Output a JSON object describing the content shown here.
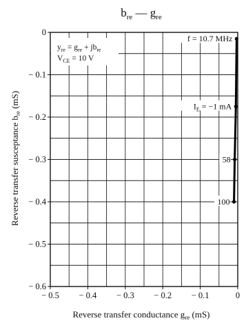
{
  "chart_data": {
    "type": "line",
    "title": {
      "main": "b",
      "main_sub": "re",
      "sep": " — ",
      "second": "g",
      "second_sub": "re"
    },
    "xlabel": {
      "text": "Reverse transfer conductance  g",
      "sub": "re",
      "unit": "  (mS)"
    },
    "ylabel": {
      "text": "Reverse transfer susceptance  b",
      "sub": "re",
      "unit": "  (mS)"
    },
    "xlim": [
      -0.5,
      0
    ],
    "ylim": [
      -0.6,
      0
    ],
    "xticks": [
      -0.5,
      -0.4,
      -0.3,
      -0.2,
      -0.1,
      0
    ],
    "xtick_labels": [
      "− 0.5",
      "− 0.4",
      "− 0.3",
      "− 0.2",
      "− 0.1",
      "0"
    ],
    "yticks": [
      0,
      -0.1,
      -0.2,
      -0.3,
      -0.4,
      -0.5,
      -0.6
    ],
    "ytick_labels": [
      "0",
      "− 0.1",
      "− 0.2",
      "− 0.3",
      "− 0.4",
      "− 0.5",
      "− 0.6"
    ],
    "grid": true,
    "series": [
      {
        "x": [
          -0.003,
          -0.005,
          -0.008,
          -0.01
        ],
        "y": [
          -0.015,
          -0.175,
          -0.3,
          -0.4
        ]
      }
    ],
    "point_labels": [
      {
        "label": "f = 10.7 MHz",
        "x": -0.003,
        "y": -0.015
      },
      {
        "label": "I",
        "sub": "E",
        "rest": " = −1 mA",
        "x": -0.005,
        "y": -0.175
      },
      {
        "label": "58",
        "x": -0.008,
        "y": -0.3
      },
      {
        "label": "100",
        "x": -0.01,
        "y": -0.4
      }
    ],
    "legend_box": {
      "line1": {
        "a": "y",
        "a_sub": "re",
        "b": " = g",
        "b_sub": "re",
        "c": " + jb",
        "c_sub": "re"
      },
      "line2": {
        "a": "V",
        "a_sub": "CE",
        "b": " = 10 V"
      }
    }
  }
}
